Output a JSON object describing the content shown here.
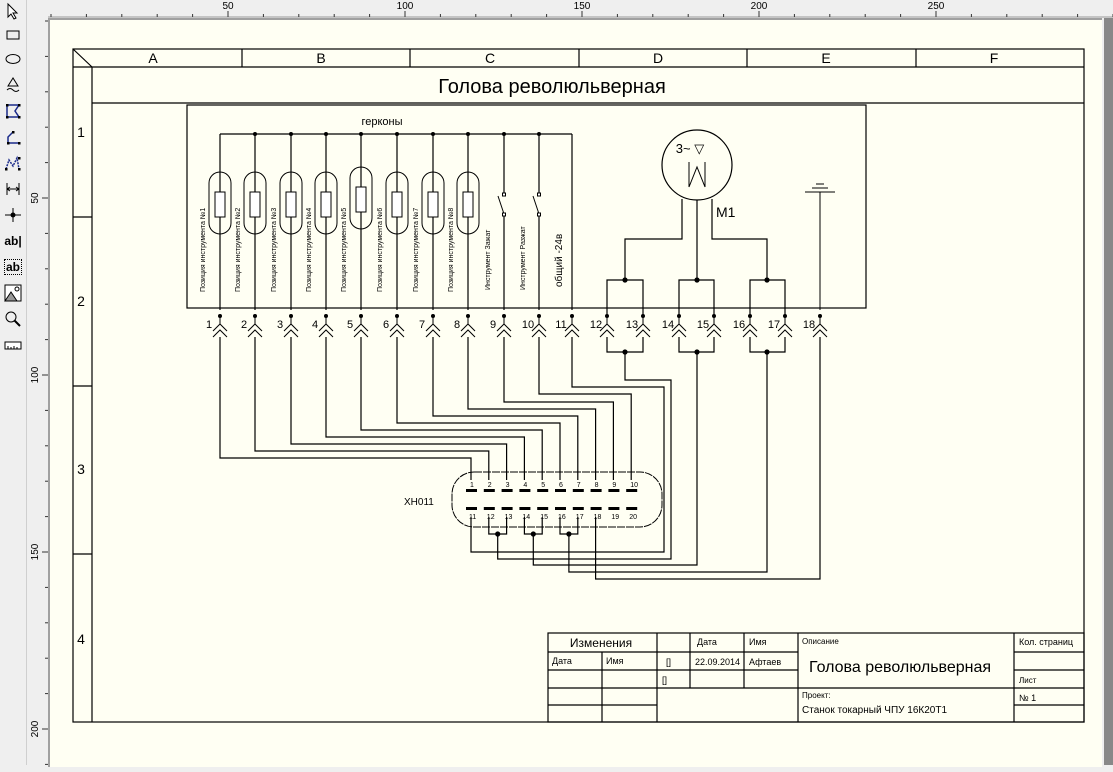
{
  "toolbar": {
    "tools": [
      {
        "name": "select-arrow-icon"
      },
      {
        "name": "rectangle-icon"
      },
      {
        "name": "ellipse-icon"
      },
      {
        "name": "polyline-icon"
      },
      {
        "name": "polygon-icon"
      },
      {
        "name": "line-icon"
      },
      {
        "name": "bezier-icon"
      },
      {
        "name": "dimension-icon"
      },
      {
        "name": "junction-icon"
      },
      {
        "name": "text-icon",
        "label": "ab|"
      },
      {
        "name": "textbox-icon",
        "label": "ab"
      },
      {
        "name": "image-icon"
      },
      {
        "name": "zoom-icon"
      },
      {
        "name": "ruler-icon"
      }
    ]
  },
  "ruler": {
    "top_ticks": [
      "50",
      "100",
      "150",
      "200",
      "250"
    ],
    "left_ticks": [
      "50",
      "100",
      "150",
      "200"
    ]
  },
  "frame": {
    "columns": [
      "A",
      "B",
      "C",
      "D",
      "E",
      "F"
    ],
    "rows": [
      "1",
      "2",
      "3",
      "4"
    ]
  },
  "schematic": {
    "title": "Голова революльверная",
    "reed_group_label": "герконы",
    "reed_labels": [
      "Позиция инструмента №1",
      "Позиция инструмента №2",
      "Позиция инструмента №3",
      "Позиция инструмента №4",
      "Позиция инструмента №5",
      "Позиция инструмента №6",
      "Позиция инструмента №7",
      "Позиция инструмента №8"
    ],
    "switch_labels": [
      "Инструмент Зажат",
      "Инструмент Разжат"
    ],
    "common_label": "общий -24в",
    "motor_label": "M1",
    "motor_symbol": "3~ ▽",
    "terminal_numbers": [
      "1",
      "2",
      "3",
      "4",
      "5",
      "6",
      "7",
      "8",
      "9",
      "10",
      "11",
      "12",
      "13",
      "14",
      "15",
      "16",
      "17",
      "18"
    ],
    "connector_name": "XH011",
    "connector_pins_top": [
      "1",
      "2",
      "3",
      "4",
      "5",
      "6",
      "7",
      "8",
      "9",
      "10"
    ],
    "connector_pins_bottom": [
      "11",
      "12",
      "13",
      "14",
      "15",
      "16",
      "17",
      "18",
      "19",
      "20"
    ]
  },
  "title_block": {
    "changes_header": "Изменения",
    "date_header": "Дата",
    "name_header": "Имя",
    "changes_date": "Дата",
    "changes_name": "Имя",
    "date_value": "22.09.2014",
    "name_value": "Афтаев",
    "description_label": "Описание",
    "description_value": "Голова революльверная",
    "project_label": "Проект:",
    "project_value": "Станок токарный ЧПУ 16К20Т1",
    "pages_label": "Кол. страниц",
    "sheet_label": "Лист",
    "sheet_value": "№ 1"
  }
}
